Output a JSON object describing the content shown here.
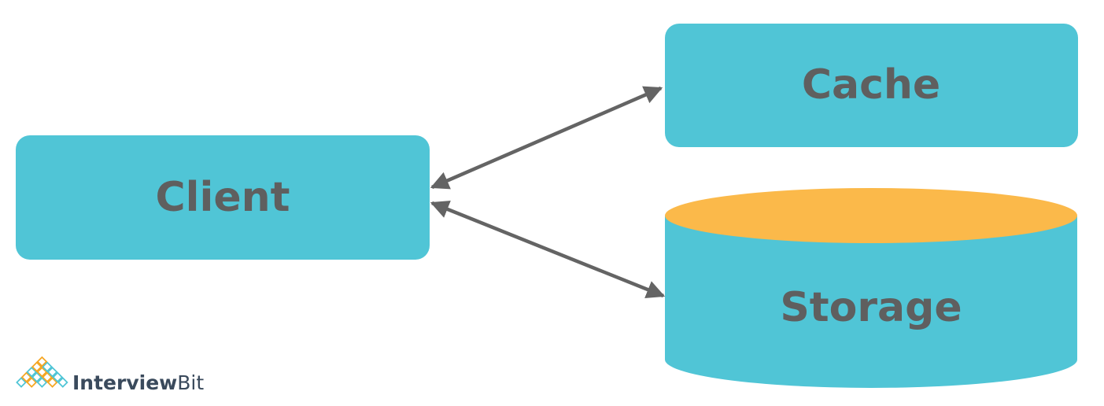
{
  "nodes": {
    "client": {
      "label": "Client"
    },
    "cache": {
      "label": "Cache"
    },
    "storage": {
      "label": "Storage"
    }
  },
  "edges": [
    {
      "from": "client",
      "to": "cache",
      "direction": "bidirectional"
    },
    {
      "from": "client",
      "to": "storage",
      "direction": "bidirectional"
    }
  ],
  "logo": {
    "brand_first": "Interview",
    "brand_second": "Bit",
    "icon": "diamond-grid-icon"
  },
  "colors": {
    "box_fill": "#50c5d6",
    "cylinder_top": "#fbb94a",
    "arrow": "#646464",
    "label_text": "#5f5f5f",
    "logo_orange": "#f5a623",
    "logo_teal": "#50c5d6"
  }
}
